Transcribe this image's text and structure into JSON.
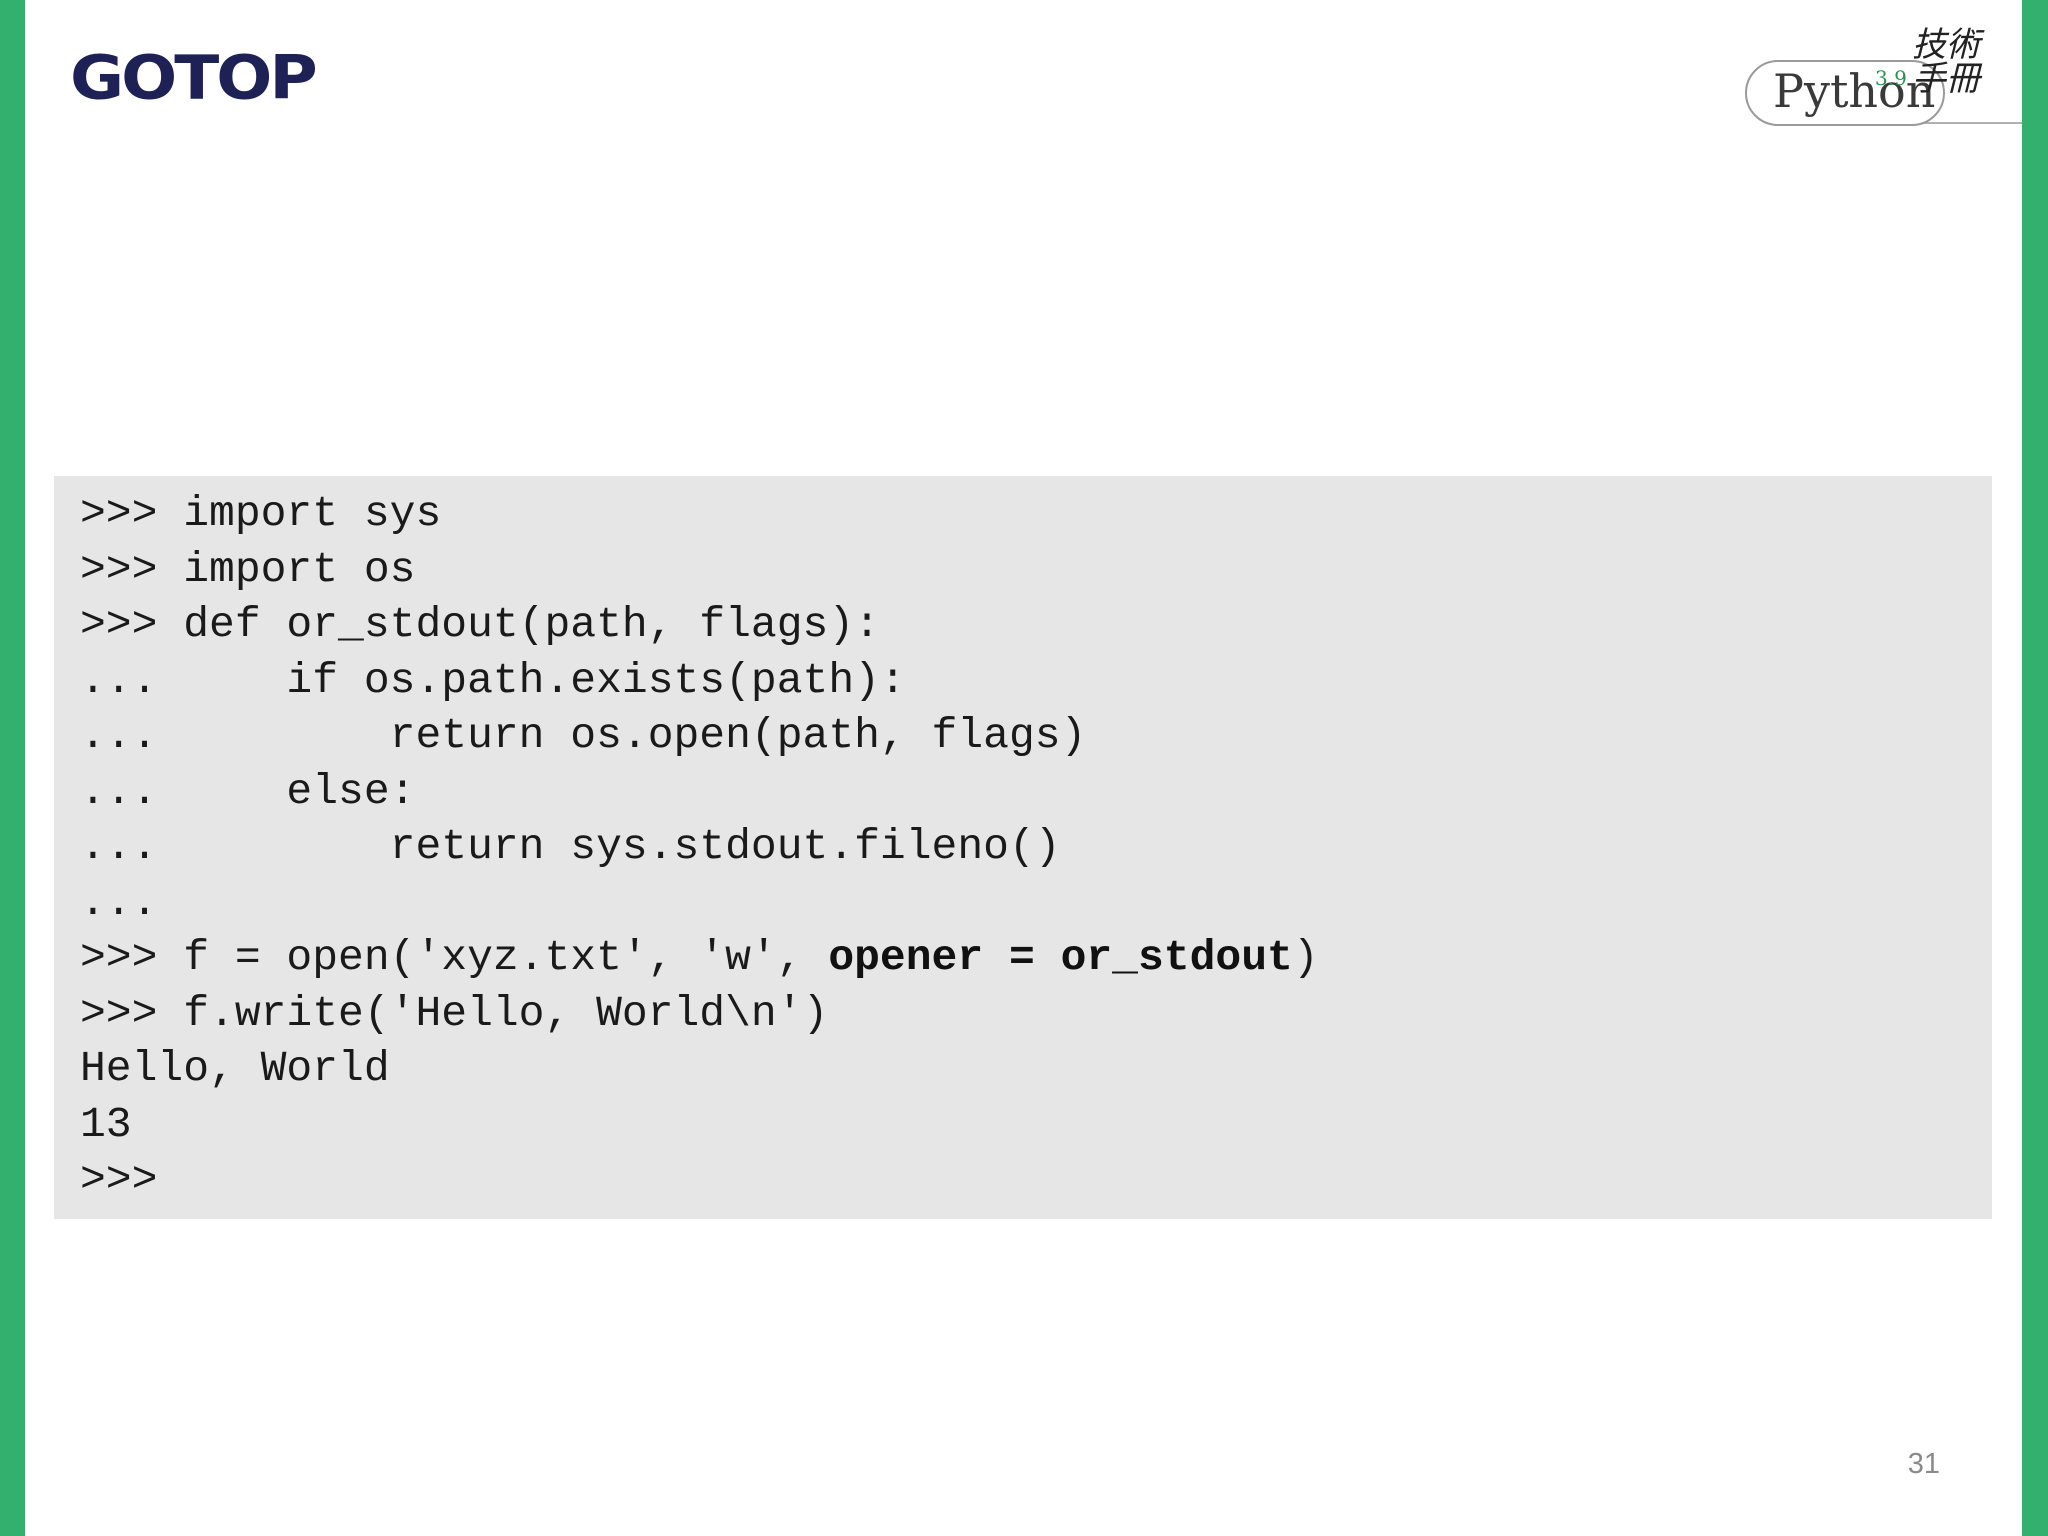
{
  "header": {
    "logo_text": "GOTOP",
    "badge": {
      "python_text": "Python",
      "version": "3.9",
      "cjk_chars": [
        "技",
        "術",
        "手",
        "冊"
      ]
    }
  },
  "code": {
    "lines": [
      {
        "text": ">>> import sys"
      },
      {
        "text": ">>> import os"
      },
      {
        "text": ">>> def or_stdout(path, flags):"
      },
      {
        "text": "...     if os.path.exists(path):"
      },
      {
        "text": "...         return os.open(path, flags)"
      },
      {
        "text": "...     else:"
      },
      {
        "text": "...         return sys.stdout.fileno()"
      },
      {
        "text": "..."
      },
      {
        "text_before": ">>> f = open('xyz.txt', 'w', ",
        "bold": "opener = or_stdout",
        "text_after": ")"
      },
      {
        "text": ">>> f.write('Hello, World\\n')"
      },
      {
        "text": "Hello, World"
      },
      {
        "text": "13"
      },
      {
        "text": ">>>"
      }
    ]
  },
  "footer": {
    "page_number": "31"
  },
  "colors": {
    "side_bar": "#33b06e",
    "logo": "#1e2156",
    "code_background": "#e6e6e6"
  }
}
